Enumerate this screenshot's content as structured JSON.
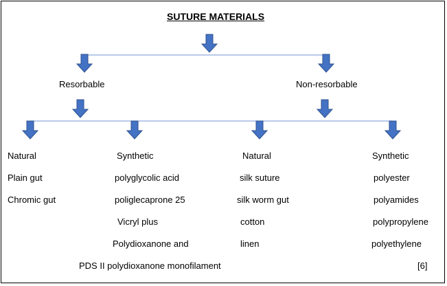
{
  "title": "SUTURE MATERIALS",
  "branches": {
    "resorbable": "Resorbable",
    "non_resorbable": "Non-resorbable"
  },
  "columns": [
    {
      "header": "Natural",
      "items": [
        "Plain gut",
        "Chromic gut"
      ]
    },
    {
      "header": "Synthetic",
      "items": [
        "polyglycolic acid",
        "poliglecaprone 25",
        "Vicryl plus",
        "Polydioxanone and",
        "PDS II polydioxanone monofilament"
      ]
    },
    {
      "header": "Natural",
      "items": [
        "silk suture",
        "silk worm gut",
        "cotton",
        "linen"
      ]
    },
    {
      "header": "Synthetic",
      "items": [
        "polyester",
        "polyamides",
        "polypropylene",
        "polyethylene"
      ]
    }
  ],
  "citation": "[6]",
  "colors": {
    "arrow_fill": "#4472C4",
    "arrow_stroke": "#2F528F",
    "line": "#8FAADC"
  }
}
